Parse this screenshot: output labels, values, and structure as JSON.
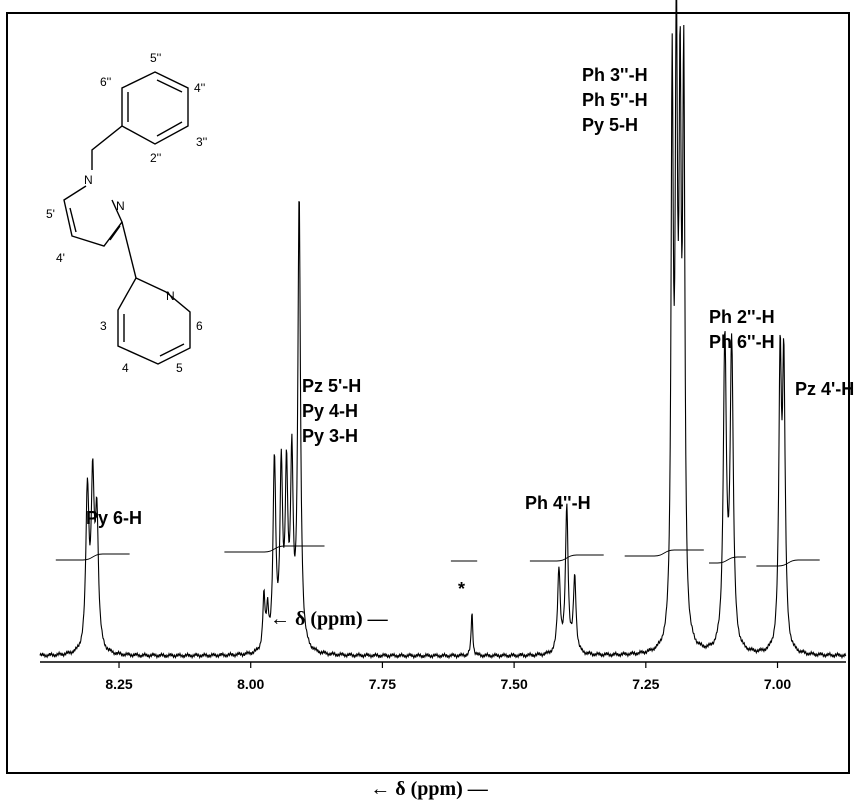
{
  "chart_data": {
    "type": "line",
    "title": "",
    "xlabel": "← δ (ppm) —",
    "ylabel": "",
    "inset_axis_label": "← δ (ppm) —",
    "x_reversed": true,
    "xlim": [
      8.4,
      6.87
    ],
    "xticks": [
      {
        "value": 8.25,
        "label": "8.25"
      },
      {
        "value": 8.0,
        "label": "8.00"
      },
      {
        "value": 7.75,
        "label": "7.75"
      },
      {
        "value": 7.5,
        "label": "7.50"
      },
      {
        "value": 7.25,
        "label": "7.25"
      },
      {
        "value": 7.0,
        "label": "7.00"
      }
    ],
    "grid": false,
    "peaks": [
      {
        "center": 8.31,
        "height": 0.25,
        "width": 0.0035
      },
      {
        "center": 8.3,
        "height": 0.255,
        "width": 0.0035
      },
      {
        "center": 8.292,
        "height": 0.205,
        "width": 0.0035
      },
      {
        "center": 7.975,
        "height": 0.085,
        "width": 0.0025
      },
      {
        "center": 7.968,
        "height": 0.06,
        "width": 0.0025
      },
      {
        "center": 7.955,
        "height": 0.3,
        "width": 0.003
      },
      {
        "center": 7.942,
        "height": 0.28,
        "width": 0.003
      },
      {
        "center": 7.932,
        "height": 0.27,
        "width": 0.003
      },
      {
        "center": 7.922,
        "height": 0.29,
        "width": 0.003
      },
      {
        "center": 7.908,
        "height": 0.72,
        "width": 0.003
      },
      {
        "center": 7.58,
        "height": 0.07,
        "width": 0.0018
      },
      {
        "center": 7.415,
        "height": 0.135,
        "width": 0.003
      },
      {
        "center": 7.4,
        "height": 0.235,
        "width": 0.003
      },
      {
        "center": 7.385,
        "height": 0.12,
        "width": 0.003
      },
      {
        "center": 7.2,
        "height": 0.88,
        "width": 0.0025
      },
      {
        "center": 7.192,
        "height": 0.91,
        "width": 0.0025
      },
      {
        "center": 7.185,
        "height": 0.8,
        "width": 0.0025
      },
      {
        "center": 7.178,
        "height": 0.88,
        "width": 0.0025
      },
      {
        "center": 7.1,
        "height": 0.49,
        "width": 0.0035
      },
      {
        "center": 7.087,
        "height": 0.48,
        "width": 0.0035
      },
      {
        "center": 6.995,
        "height": 0.45,
        "width": 0.003
      },
      {
        "center": 6.988,
        "height": 0.44,
        "width": 0.003
      }
    ],
    "integrals": [
      {
        "from": 8.37,
        "to": 8.23
      },
      {
        "from": 8.05,
        "to": 7.86
      },
      {
        "from": 7.62,
        "to": 7.57
      },
      {
        "from": 7.47,
        "to": 7.33
      },
      {
        "from": 7.29,
        "to": 7.14
      },
      {
        "from": 7.13,
        "to": 7.06
      },
      {
        "from": 7.04,
        "to": 6.92
      }
    ],
    "annotations": [
      {
        "lines": [
          "Py 6-H"
        ]
      },
      {
        "lines": [
          "Pz 5'-H",
          "Py 4-H",
          "Py 3-H"
        ]
      },
      {
        "lines": [
          "*"
        ]
      },
      {
        "lines": [
          "Ph 4''-H"
        ]
      },
      {
        "lines": [
          "Ph 3''-H",
          "Ph 5''-H",
          "Py 5-H"
        ]
      },
      {
        "lines": [
          "Ph 2''-H",
          "Ph 6''-H"
        ]
      },
      {
        "lines": [
          "Pz 4'-H"
        ]
      }
    ]
  },
  "structure": {
    "atom_labels": [
      "5''",
      "6''",
      "4''",
      "3''",
      "2''",
      "N",
      "N",
      "5'",
      "4'",
      "N",
      "3",
      "6",
      "4",
      "5"
    ]
  }
}
